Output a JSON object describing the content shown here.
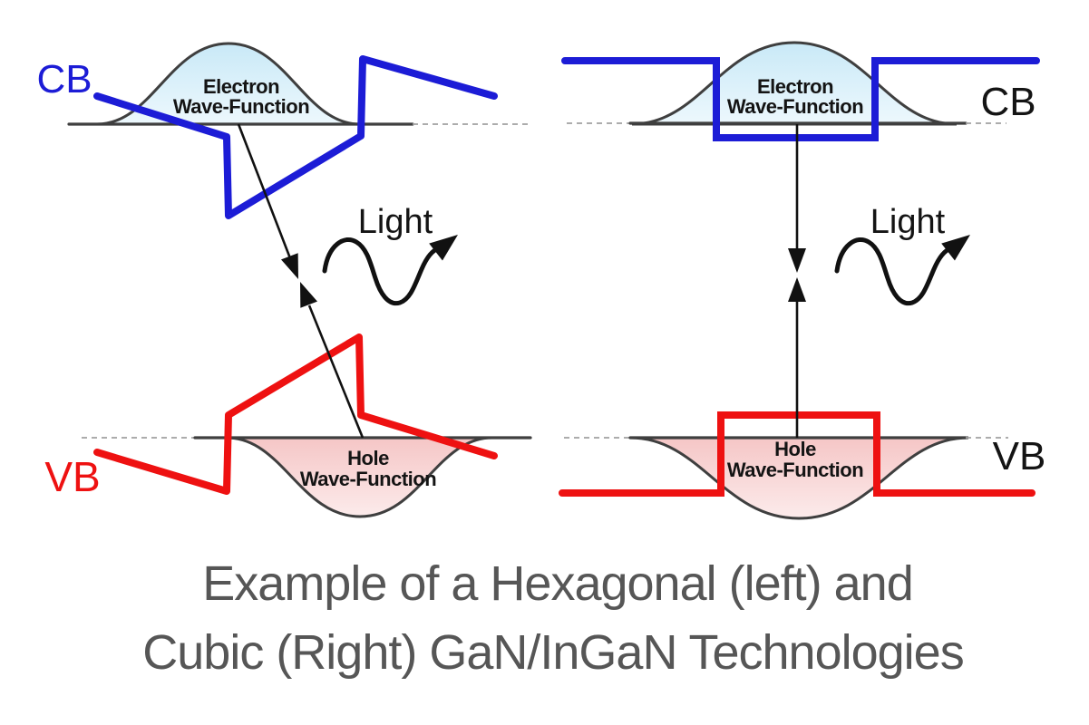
{
  "colors": {
    "band_blue": "#1c1cd6",
    "band_red": "#ee1111",
    "curve_outline": "#3f3f3f",
    "baseline_dark": "#3f3f3f",
    "baseline_dash": "#a0a0a0",
    "arrow_black": "#111111",
    "label_black": "#141414",
    "caption_gray": "#565656",
    "electron_fill_top": "#c9e9f7",
    "electron_fill_bottom": "#edf8fd",
    "hole_fill_top": "#f5c6c6",
    "hole_fill_bottom": "#fcebeb"
  },
  "panels": {
    "left": {
      "cb_label": "CB",
      "vb_label": "VB",
      "light_label": "Light",
      "electron_wf_line1": "Electron",
      "electron_wf_line2": "Wave-Function",
      "hole_wf_line1": "Hole",
      "hole_wf_line2": "Wave-Function"
    },
    "right": {
      "cb_label": "CB",
      "vb_label": "VB",
      "light_label": "Light",
      "electron_wf_line1": "Electron",
      "electron_wf_line2": "Wave-Function",
      "hole_wf_line1": "Hole",
      "hole_wf_line2": "Wave-Function"
    }
  },
  "caption": {
    "line1": "Example of a Hexagonal (left) and",
    "line2": "Cubic (Right) GaN/InGaN Technologies"
  }
}
